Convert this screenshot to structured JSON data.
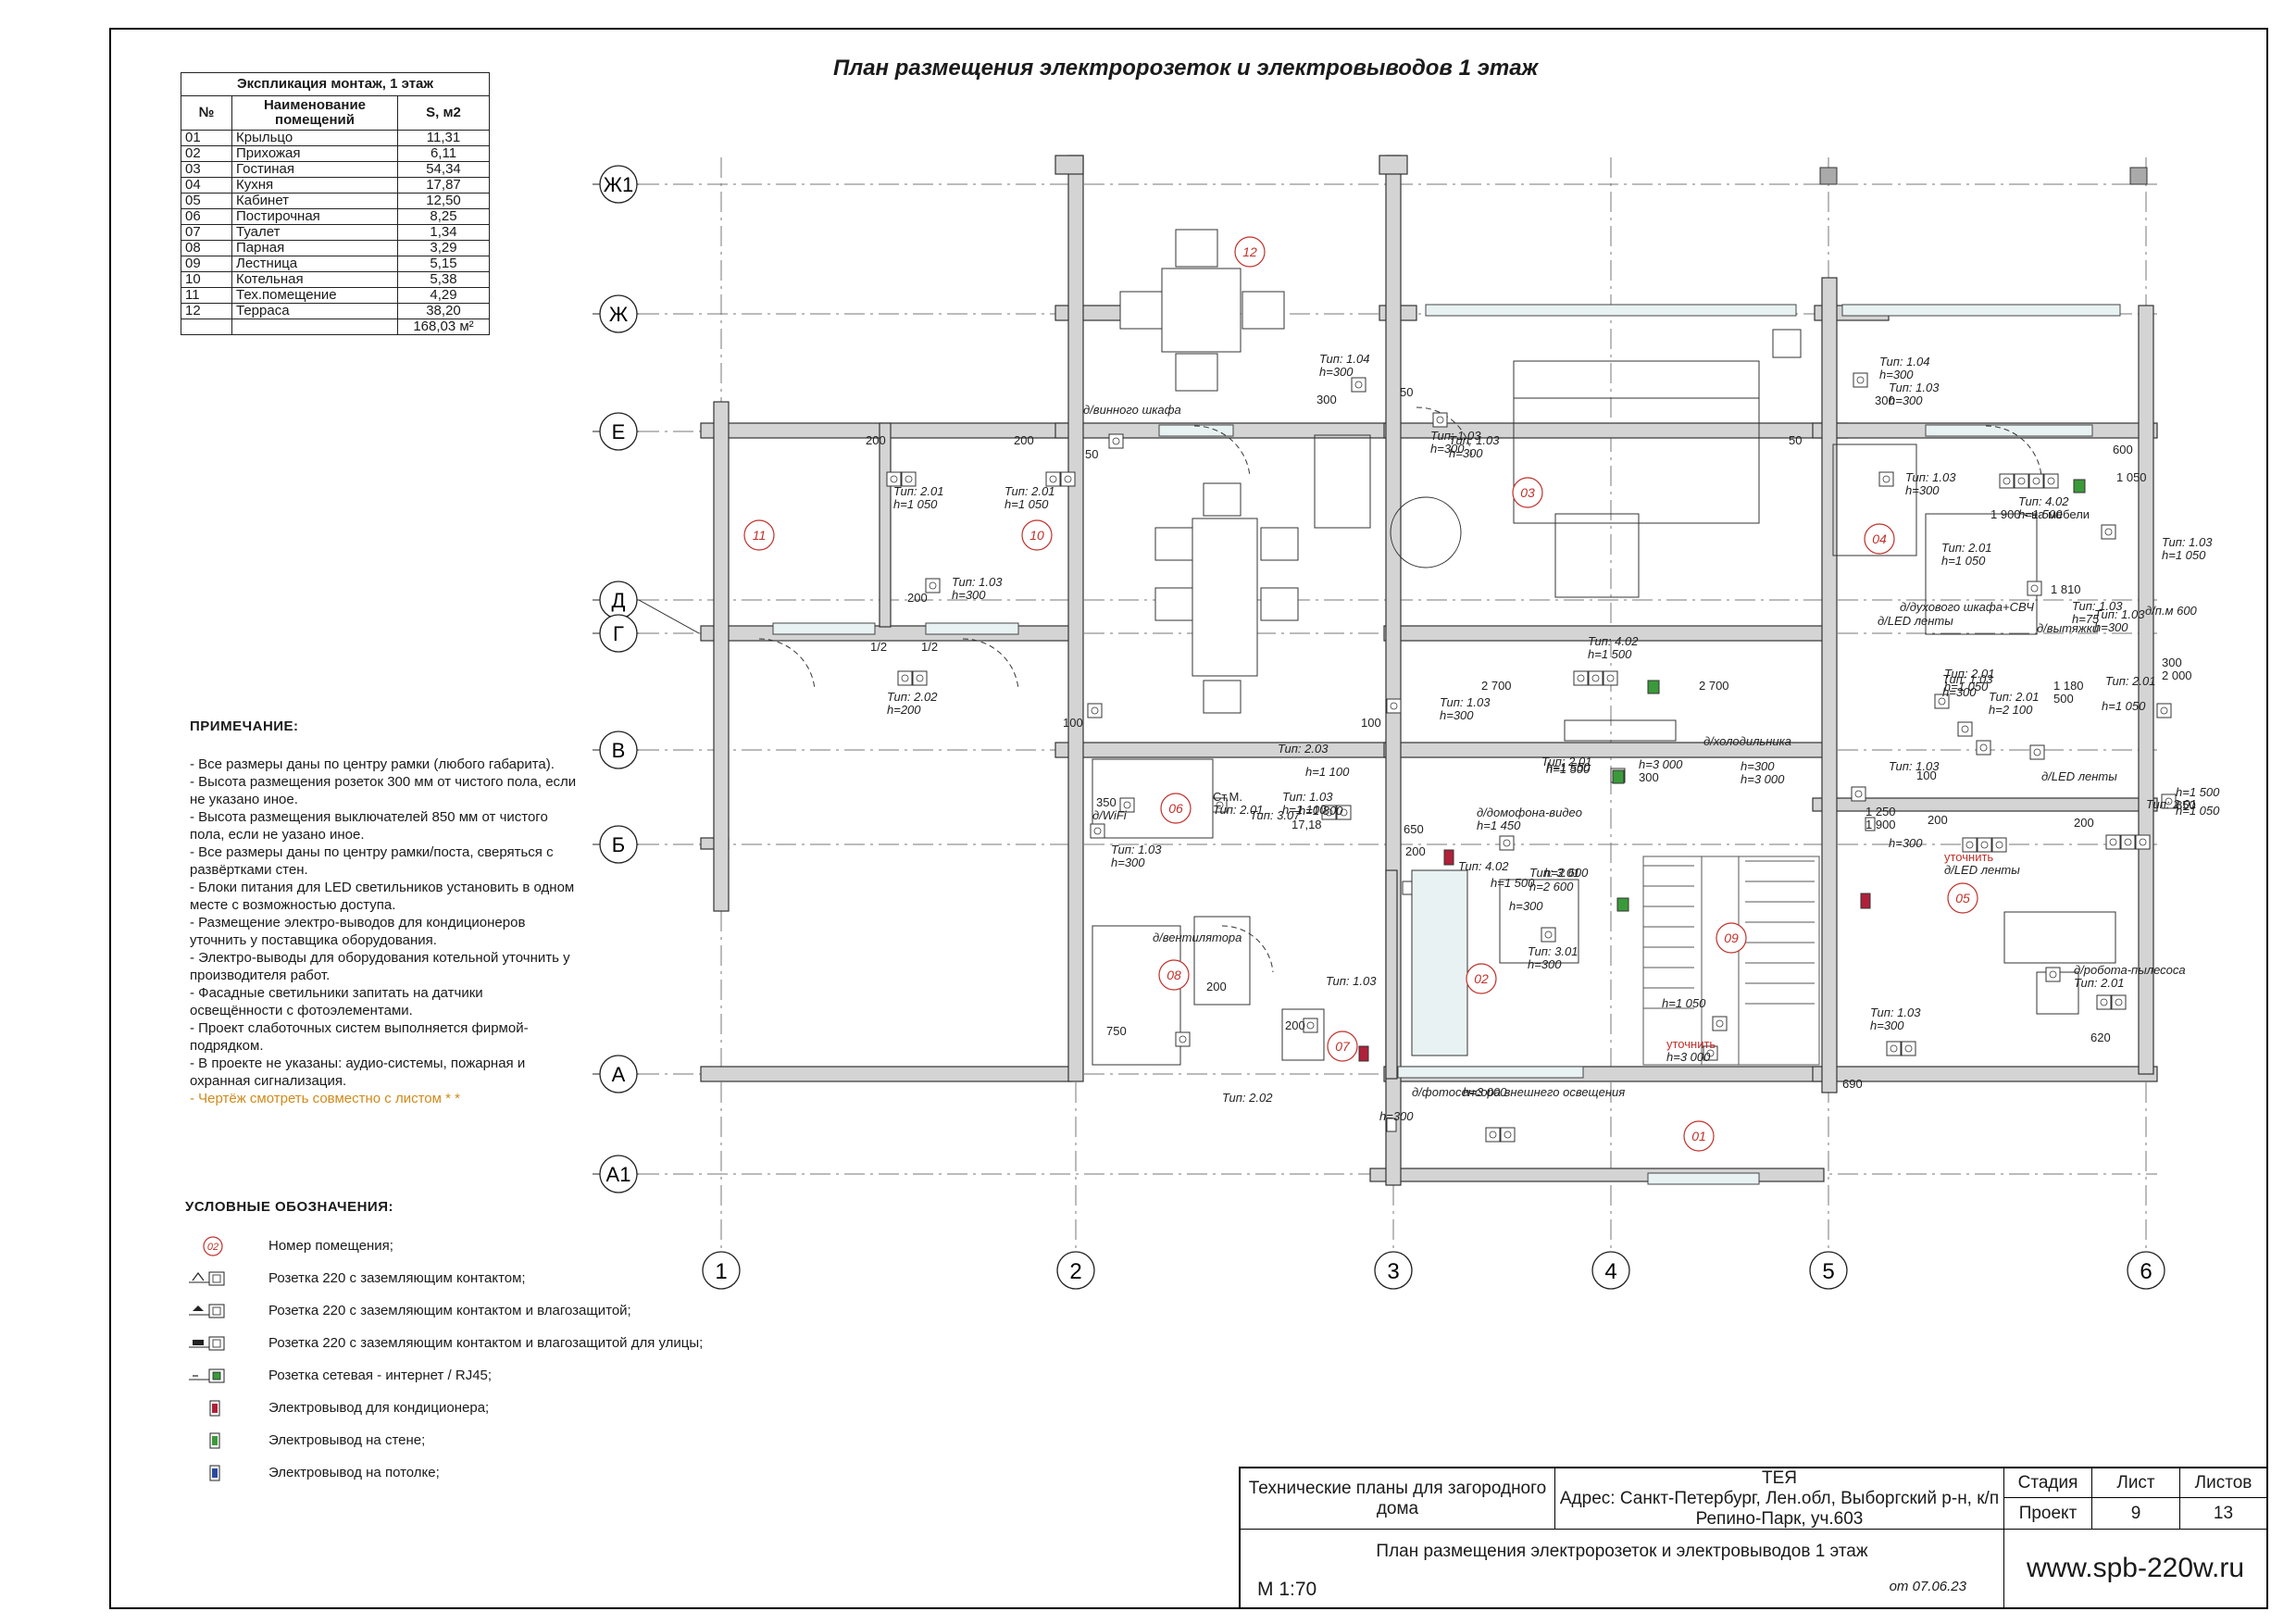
{
  "drawing_title": "План размещения электророзеток и электровыводов 1 этаж",
  "explication": {
    "caption": "Экспликация монтаж, 1 этаж",
    "headers": [
      "№",
      "Наименование помещений",
      "S, м2"
    ],
    "rows": [
      [
        "01",
        "Крыльцо",
        "11,31"
      ],
      [
        "02",
        "Прихожая",
        "6,11"
      ],
      [
        "03",
        "Гостиная",
        "54,34"
      ],
      [
        "04",
        "Кухня",
        "17,87"
      ],
      [
        "05",
        "Кабинет",
        "12,50"
      ],
      [
        "06",
        "Постирочная",
        "8,25"
      ],
      [
        "07",
        "Туалет",
        "1,34"
      ],
      [
        "08",
        "Парная",
        "3,29"
      ],
      [
        "09",
        "Лестница",
        "5,15"
      ],
      [
        "10",
        "Котельная",
        "5,38"
      ],
      [
        "11",
        "Тех.помещение",
        "4,29"
      ],
      [
        "12",
        "Терраса",
        "38,20"
      ]
    ],
    "total": "168,03 м²"
  },
  "notes": {
    "header": "ПРИМЕЧАНИЕ:",
    "items": [
      "- Все размеры даны по центру рамки (любого габарита).",
      "- Высота размещения розеток 300 мм от чистого пола, если не указано иное.",
      "- Высота размещения выключателей 850 мм от чистого пола, если не уазано иное.",
      "- Все размеры даны по центру рамки/поста, сверяться с развёртками стен.",
      "- Блоки питания для LED светильников установить в одном месте с возможностью доступа.",
      "- Размещение электро-выводов для кондиционеров уточнить у поставщика оборудования.",
      "- Электро-выводы для оборудования котельной уточнить у производителя работ.",
      "- Фасадные светильники запитать на датчики освещённости с фотоэлементами.",
      "- Проект слаботочных систем выполняется фирмой-подрядком.",
      "- В проекте не указаны: аудио-системы, пожарная и охранная сигнализация."
    ],
    "last": "- Чертёж смотреть совместно с листом  * *"
  },
  "legend": {
    "header": "УСЛОВНЫЕ ОБОЗНАЧЕНИЯ:",
    "items": [
      {
        "icon": "room-number-icon",
        "label": "Номер помещения;",
        "color": "#c0302a"
      },
      {
        "icon": "socket-220-icon",
        "label": "Розетка 220 с заземляющим контактом;",
        "color": "#333333"
      },
      {
        "icon": "socket-220-moisture-icon",
        "label": "Розетка 220 с заземляющим контактом и влагозащитой;",
        "color": "#333333"
      },
      {
        "icon": "socket-220-outdoor-icon",
        "label": "Розетка 220 с заземляющим контактом и влагозащитой для улицы;",
        "color": "#333333"
      },
      {
        "icon": "rj45-socket-icon",
        "label": "Розетка сетевая - интернет / RJ45;",
        "color": "#3a9a3a"
      },
      {
        "icon": "ac-outlet-icon",
        "label": "Электровывод для кондиционера;",
        "color": "#b0203a"
      },
      {
        "icon": "wall-outlet-icon",
        "label": "Электровывод на стене;",
        "color": "#3a9a3a"
      },
      {
        "icon": "ceiling-outlet-icon",
        "label": "Электровывод на потолке;",
        "color": "#2a4aa0"
      }
    ]
  },
  "plan": {
    "row_axes": [
      "Ж1",
      "Ж",
      "Е",
      "Д",
      "Г",
      "В",
      "Б",
      "А",
      "А1"
    ],
    "col_axes": [
      "1",
      "2",
      "3",
      "4",
      "5",
      "6"
    ],
    "room_numbers": [
      "12",
      "11",
      "10",
      "03",
      "04",
      "06",
      "05",
      "08",
      "07",
      "02",
      "09",
      "01"
    ],
    "labels": [
      "Тип: 1.04",
      "h=300",
      "300",
      "д/винного шкафа",
      "50",
      "Тип: 1.03",
      "h=300",
      "Тип: 1.03",
      "h=300",
      "Тип: 1.04",
      "h=300",
      "300",
      "Тип: 1.03",
      "h=300",
      "50",
      "200",
      "200",
      "Тип: 2.01",
      "h=1 050",
      "Тип: 2.01",
      "h=1 050",
      "50",
      "Тип: 1.03",
      "h=300",
      "Тип: 1.03",
      "h=300",
      "Тип: 4.02",
      "h=1 500",
      "600",
      "1 050",
      "1 900 - на мебели",
      "Тип: 2.01",
      "h=1 050",
      "1 810",
      "Тип: 1.03",
      "h=1 050",
      "200",
      "Тип: 1.03",
      "h=300",
      "1/2",
      "1/2",
      "Тип: 2.02",
      "h=200",
      "Тип: 4.02",
      "h=1 500",
      "2 700",
      "2 700",
      "д/п.м 600",
      "д/LED ленты",
      "д/духового шкафа+СВЧ",
      "д/вытяжки",
      "Тип: 1.03",
      "h=75",
      "Тип: 1.03",
      "h=300",
      "Тип: 1.03",
      "h=300",
      "100",
      "100",
      "д/холодильника",
      "Тип: 2.01",
      "h=1 550",
      "Тип: 2.01",
      "h=1 050",
      "Тип: 2.01",
      "h=2 100",
      "1 180",
      "500",
      "Тип: 2.01",
      "h=1 050",
      "300",
      "2 000",
      "д/WiFi",
      "Тип: 2.03",
      "h=1 500",
      "h=3 000",
      "300",
      "1 250",
      "100",
      "д/LED ленты",
      "Тип: 1.03",
      "h=300",
      "h=3 000",
      "1 900",
      "200",
      "200",
      "Тип: 2.01",
      "h=1 050",
      "h=1 500",
      "850",
      "Тип: 3.07",
      "h=1 100",
      "Тип: 1.03",
      "h=1 100",
      "17,18",
      "Ст.М.",
      "Тип: 2.01",
      "h=1 800",
      "350",
      "Тип: 1.03",
      "h=300",
      "650",
      "д/домофона-видео",
      "h=1 450",
      "200",
      "h=2 600",
      "h=2 600",
      "Тип: 4.02",
      "h=1 500",
      "Тип: 3.01",
      "h=300",
      "уточнить",
      "д/LED ленты",
      "д/вентилятора",
      "200",
      "Тип: 1.03",
      "h=300",
      "Тип: 3.01",
      "h=300",
      "д/робота-пылесоса",
      "Тип: 2.01",
      "h=1 050",
      "Тип: 1.03",
      "h=300",
      "уточнить",
      "h=3 000",
      "750",
      "200",
      "620",
      "690",
      "д/фотосенсора внешнего освещения",
      "h=3 000",
      "Тип: 2.02",
      "h=300"
    ]
  },
  "title_block": {
    "doc_name": "Технические планы для загородного дома",
    "client": "ТЕЯ",
    "address": "Адрес: Санкт-Петербург, Лен.обл, Выборгский р-н, к/п Репино-Парк, уч.603",
    "stage_label": "Стадия",
    "stage_value": "Проект",
    "sheet_label": "Лист",
    "sheet_value": "9",
    "sheets_label": "Листов",
    "sheets_value": "13",
    "sheet_title": "План размещения электророзеток и электровыводов 1 этаж",
    "scale": "М 1:70",
    "date": "от 07.06.23",
    "website": "www.spb-220w.ru"
  },
  "colors": {
    "wall": "#d4d4d4",
    "room_number": "#c0302a",
    "rj45": "#3a9a3a",
    "ac": "#b0203a",
    "ceiling": "#2a4aa0",
    "accent_orange": "#d08a1a",
    "glass": "#e8f2f2"
  }
}
